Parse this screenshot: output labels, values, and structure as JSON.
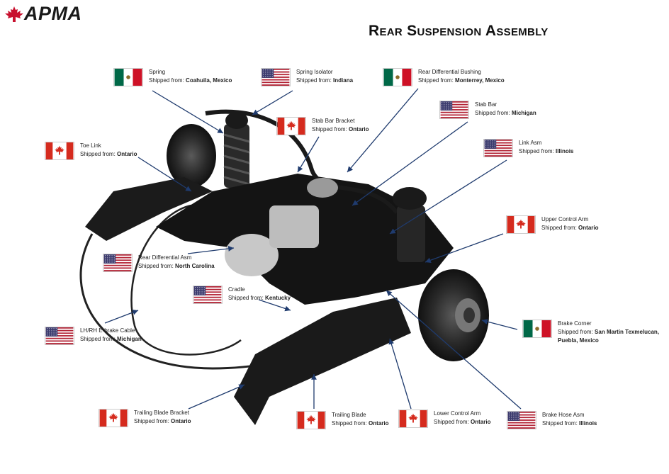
{
  "brand": {
    "name": "APMA",
    "accent": "#c8102e"
  },
  "title": "Rear Suspension Assembly",
  "shipped_prefix": "Shipped from:",
  "flags": {
    "canada": "canada-flag-icon",
    "usa": "usa-flag-icon",
    "mexico": "mexico-flag-icon"
  },
  "parts": [
    {
      "id": "spring",
      "name": "Spring",
      "origin": "Coahuila, Mexico",
      "flag": "mexico"
    },
    {
      "id": "spring-isolator",
      "name": "Spring Isolator",
      "origin": "Indiana",
      "flag": "usa"
    },
    {
      "id": "rear-differential-bushing",
      "name": "Rear Differential Bushing",
      "origin": "Monterrey, Mexico",
      "flag": "mexico"
    },
    {
      "id": "stab-bar",
      "name": "Stab Bar",
      "origin": "Michigan",
      "flag": "usa"
    },
    {
      "id": "stab-bar-bracket",
      "name": "Stab Bar Bracket",
      "origin": "Ontario",
      "flag": "canada"
    },
    {
      "id": "toe-link",
      "name": "Toe Link",
      "origin": "Ontario",
      "flag": "canada"
    },
    {
      "id": "link-asm",
      "name": "Link Asm",
      "origin": "Illinois",
      "flag": "usa"
    },
    {
      "id": "upper-control-arm",
      "name": "Upper Control Arm",
      "origin": "Ontario",
      "flag": "canada"
    },
    {
      "id": "rear-differential-asm",
      "name": "Rear Differential Asm",
      "origin": "North Carolina",
      "flag": "usa"
    },
    {
      "id": "cradle",
      "name": "Cradle",
      "origin": "Kentucky",
      "flag": "usa"
    },
    {
      "id": "brake-corner",
      "name": "Brake Corner",
      "origin": "San Martin Texmelucan, Puebla, Mexico",
      "flag": "mexico"
    },
    {
      "id": "ebrake-cable",
      "name": "LH/RH E-brake Cable",
      "origin": "Michigan",
      "flag": "usa"
    },
    {
      "id": "trailing-blade-bracket",
      "name": "Trailing Blade Bracket",
      "origin": "Ontario",
      "flag": "canada"
    },
    {
      "id": "trailing-blade",
      "name": "Trailing Blade",
      "origin": "Ontario",
      "flag": "canada"
    },
    {
      "id": "lower-control-arm",
      "name": "Lower Control Arm",
      "origin": "Ontario",
      "flag": "canada"
    },
    {
      "id": "brake-hose-asm",
      "name": "Brake Hose Asm",
      "origin": "Illinois",
      "flag": "usa"
    }
  ]
}
